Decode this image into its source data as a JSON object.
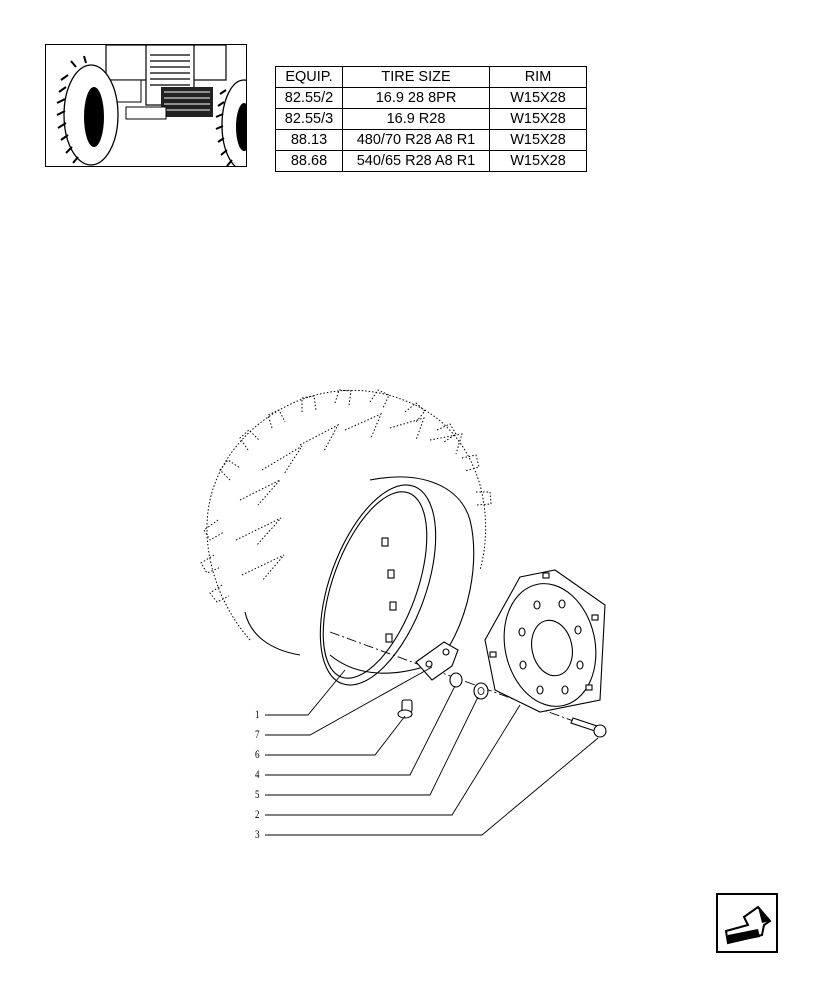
{
  "thumbnail": {
    "icon": "tractor-wheels-illustration"
  },
  "table": {
    "headers": [
      "EQUIP.",
      "TIRE SIZE",
      "RIM"
    ],
    "rows": [
      [
        "82.55/2",
        "16.9 28 8PR",
        "W15X28"
      ],
      [
        "82.55/3",
        "16.9 R28",
        "W15X28"
      ],
      [
        "88.13",
        "480/70 R28 A8 R1",
        "W15X28"
      ],
      [
        "88.68",
        "540/65 R28 A8 R1",
        "W15X28"
      ]
    ]
  },
  "callouts": [
    "1",
    "7",
    "6",
    "4",
    "5",
    "2",
    "3"
  ],
  "nav": {
    "icon": "next-page-arrow-icon"
  }
}
